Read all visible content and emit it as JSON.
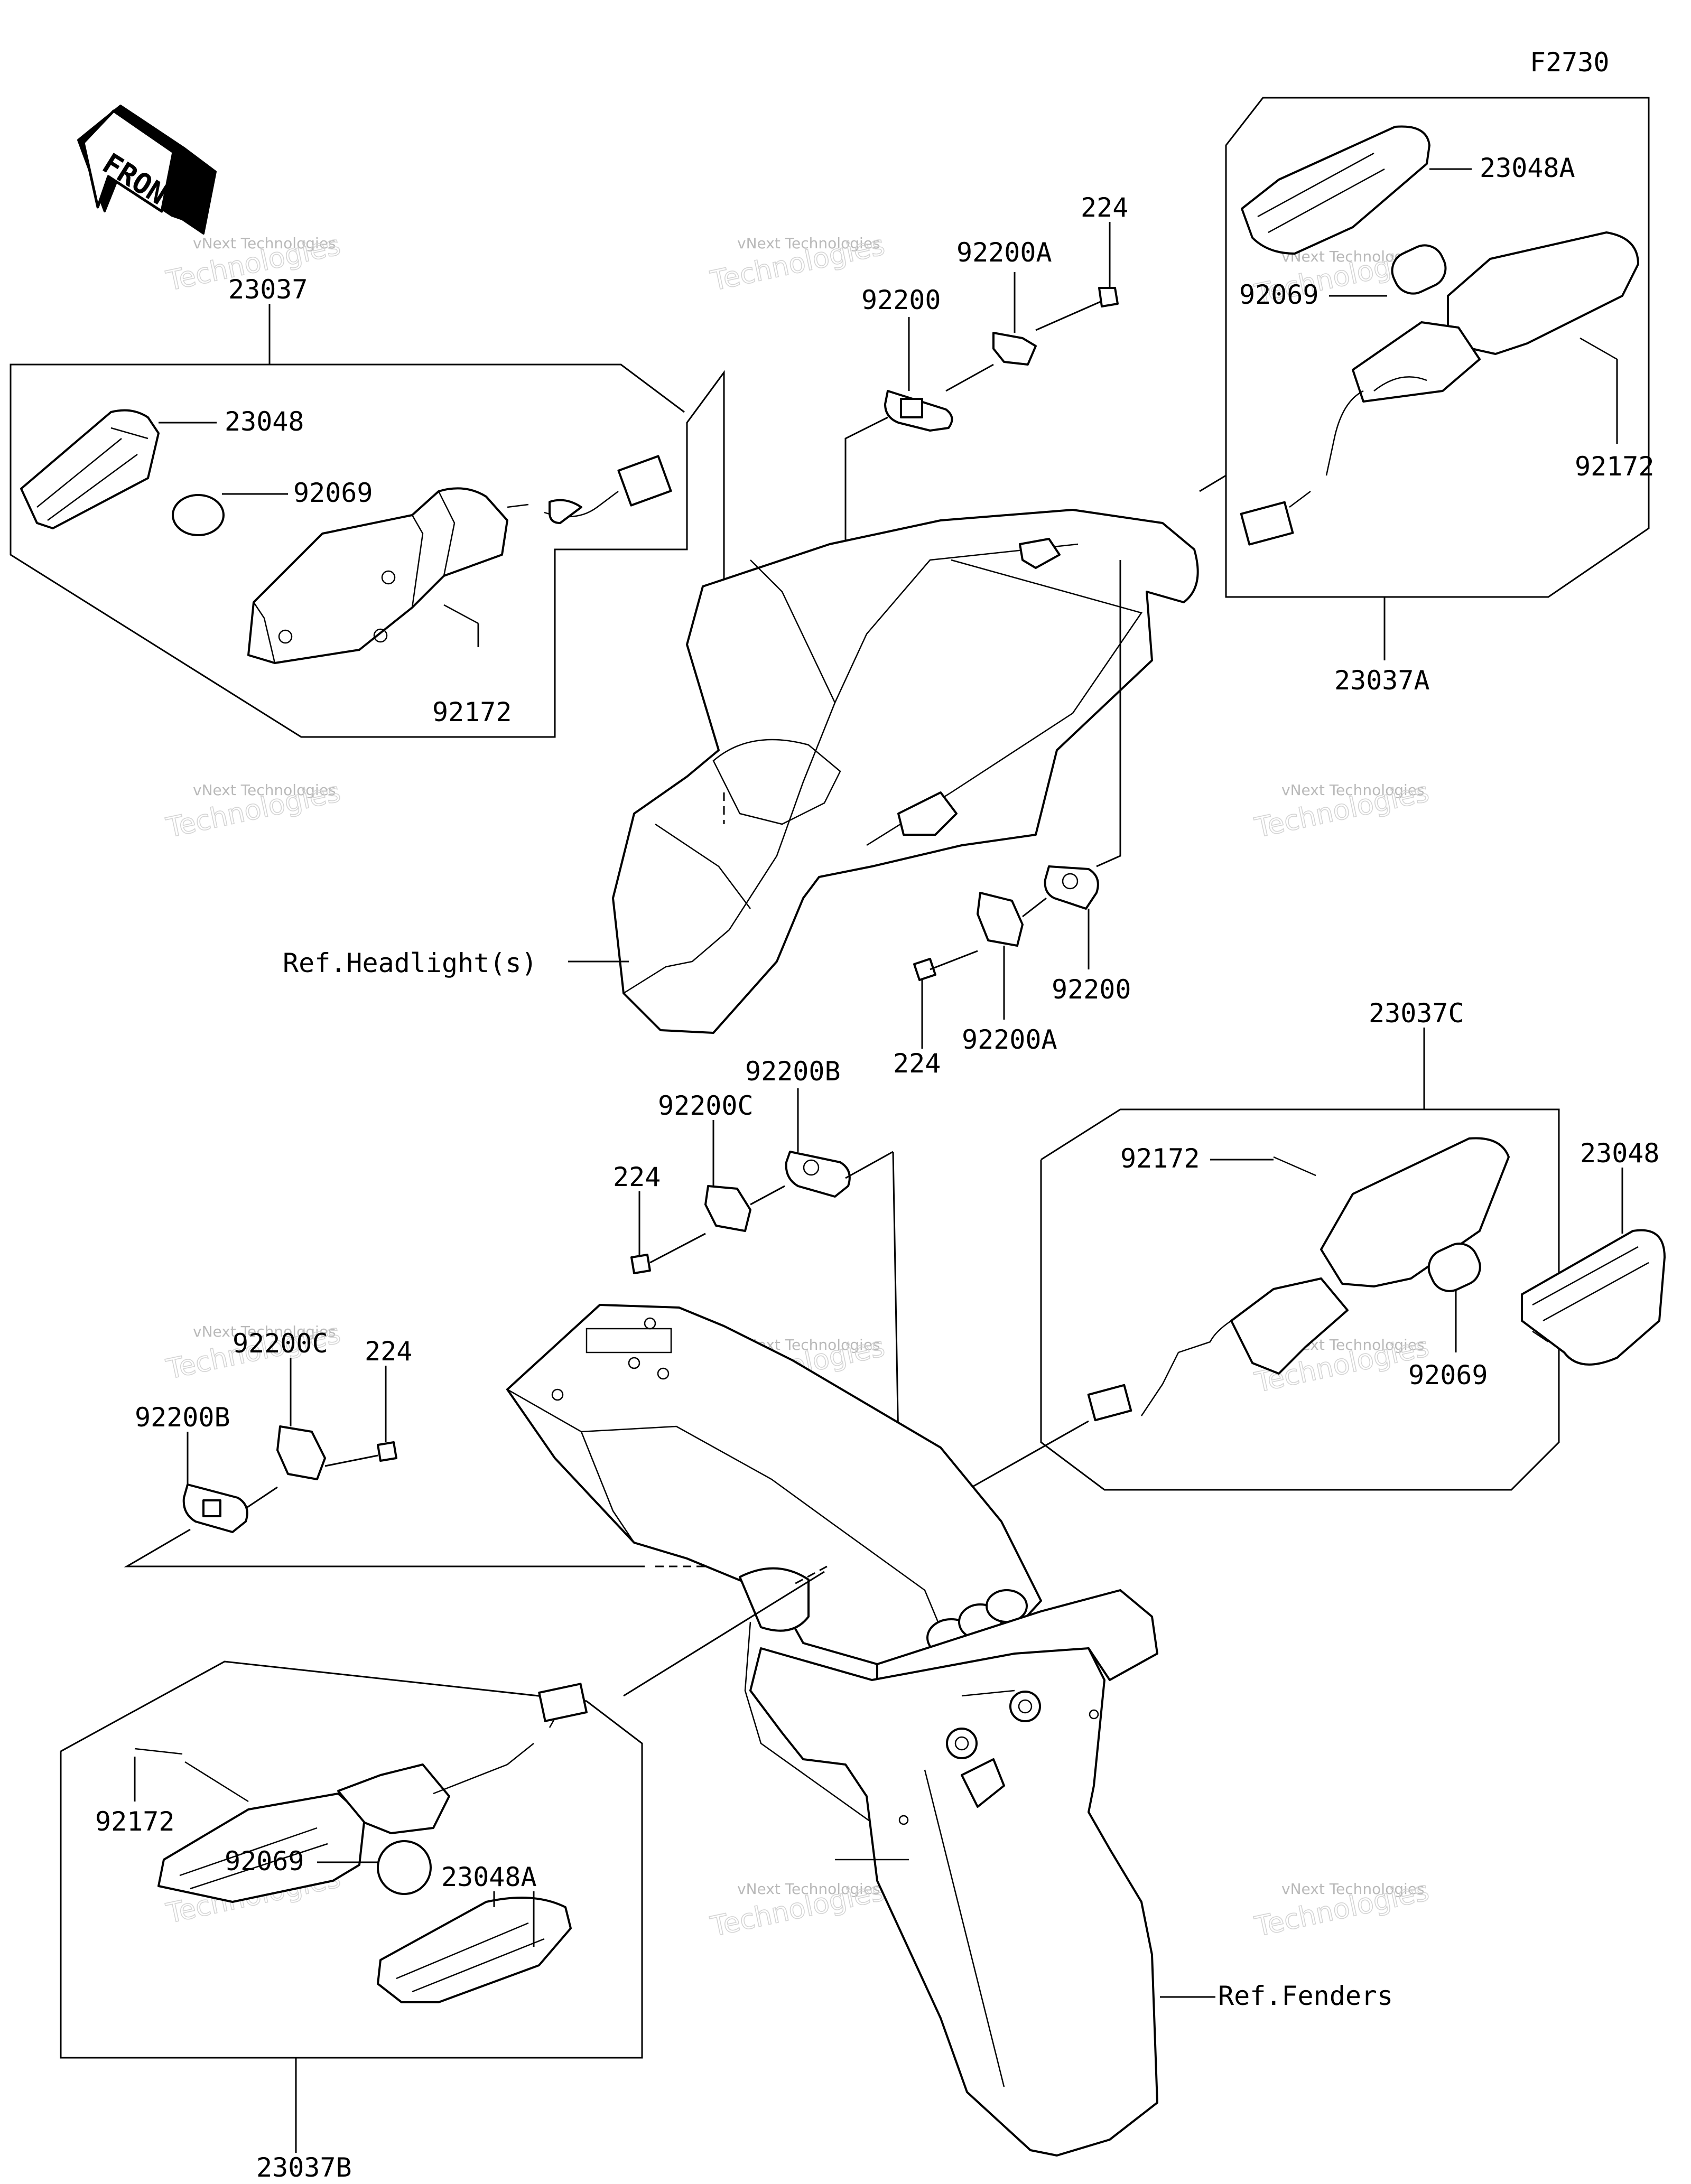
{
  "figure_code": "F2730",
  "front_arrow_text": "FRONT",
  "watermark": {
    "small": "vNext Technologies",
    "large": "Technologies"
  },
  "labels": {
    "23037": "23037",
    "23048_left": "23048",
    "92069_left": "92069",
    "92172_left": "92172",
    "92200_upper": "92200",
    "92200A_upper": "92200A",
    "224_upper": "224",
    "23048A_right": "23048A",
    "92069_right": "92069",
    "92172_right": "92172",
    "23037A": "23037A",
    "ref_headlight": "Ref.Headlight(s)",
    "224_mid": "224",
    "92200A_mid": "92200A",
    "92200_mid": "92200",
    "23037C": "23037C",
    "92172_c": "92172",
    "23048_c": "23048",
    "92069_c": "92069",
    "92200B_upper": "92200B",
    "92200C_upper": "92200C",
    "224_c": "224",
    "224_b": "224",
    "92200C_lower": "92200C",
    "92200B_lower": "92200B",
    "92172_b": "92172",
    "23048A_b": "23048A",
    "92069_b": "92069",
    "23037B": "23037B",
    "ref_fenders": "Ref.Fenders"
  }
}
